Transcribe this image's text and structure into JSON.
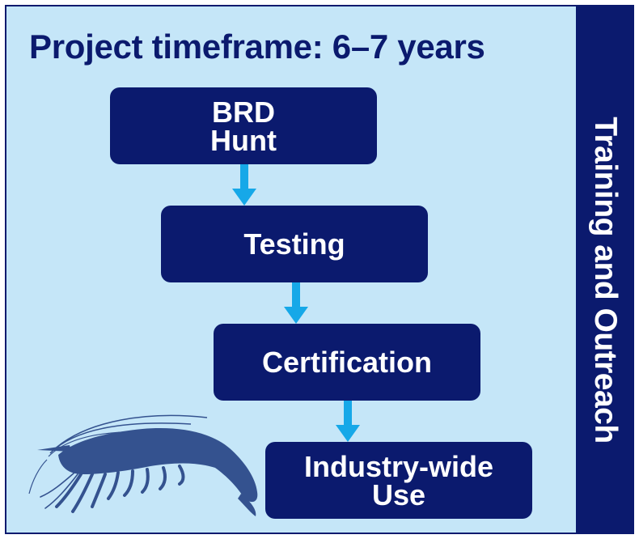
{
  "title": "Project timeframe: 6–7 years",
  "steps": [
    {
      "label": "BRD\nHunt"
    },
    {
      "label": "Testing"
    },
    {
      "label": "Certification"
    },
    {
      "label": "Industry-wide\nUse"
    }
  ],
  "sidebar": {
    "label": "Training and Outreach"
  },
  "icons": {
    "shrimp": "shrimp-icon",
    "arrow": "arrow-down-icon"
  },
  "colors": {
    "background": "#c5e6f8",
    "box": "#0b1a6e",
    "arrow": "#16a8e8",
    "shrimp": "#34528f",
    "text": "#ffffff"
  }
}
